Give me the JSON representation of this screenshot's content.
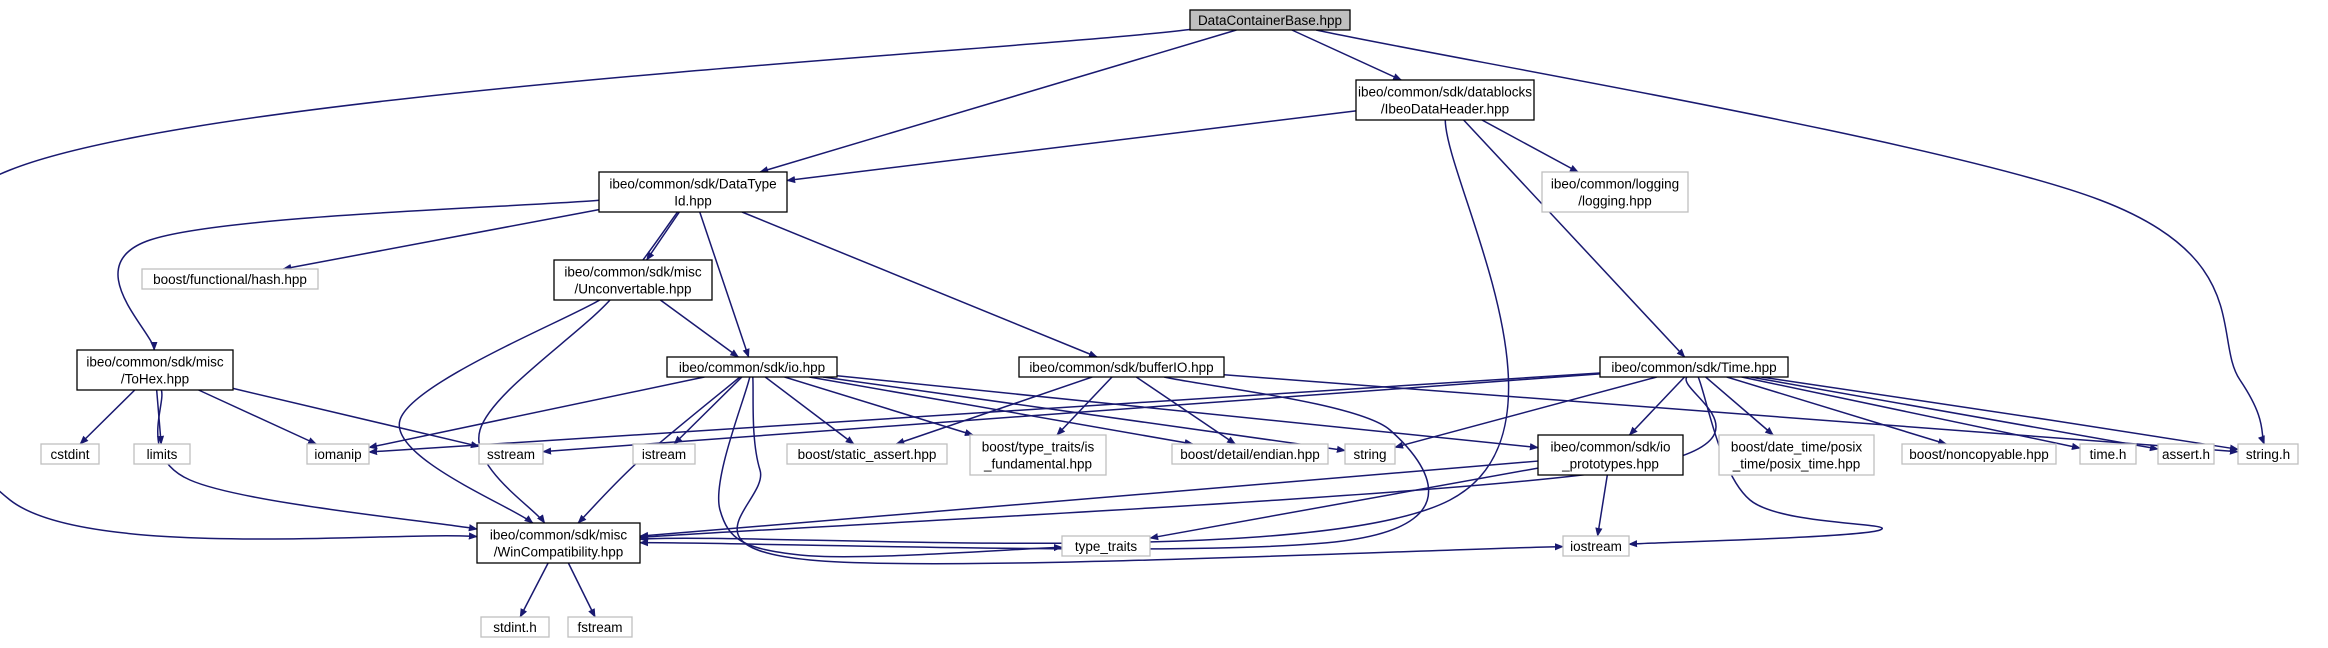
{
  "diagram": {
    "nodes": [
      {
        "id": "dcb",
        "lines": [
          "DataContainerBase.hpp"
        ],
        "style": "root"
      },
      {
        "id": "idh",
        "lines": [
          "ibeo/common/sdk/datablocks",
          "/IbeoDataHeader.hpp"
        ],
        "style": "doc"
      },
      {
        "id": "dti",
        "lines": [
          "ibeo/common/sdk/DataType",
          "Id.hpp"
        ],
        "style": "doc"
      },
      {
        "id": "log",
        "lines": [
          "ibeo/common/logging",
          "/logging.hpp"
        ],
        "style": "ext"
      },
      {
        "id": "bfh",
        "lines": [
          "boost/functional/hash.hpp"
        ],
        "style": "ext"
      },
      {
        "id": "unc",
        "lines": [
          "ibeo/common/sdk/misc",
          "/Unconvertable.hpp"
        ],
        "style": "doc"
      },
      {
        "id": "tohex",
        "lines": [
          "ibeo/common/sdk/misc",
          "/ToHex.hpp"
        ],
        "style": "doc"
      },
      {
        "id": "io",
        "lines": [
          "ibeo/common/sdk/io.hpp"
        ],
        "style": "doc"
      },
      {
        "id": "bufio",
        "lines": [
          "ibeo/common/sdk/bufferIO.hpp"
        ],
        "style": "doc"
      },
      {
        "id": "time",
        "lines": [
          "ibeo/common/sdk/Time.hpp"
        ],
        "style": "doc"
      },
      {
        "id": "cstdint",
        "lines": [
          "cstdint"
        ],
        "style": "ext"
      },
      {
        "id": "limits",
        "lines": [
          "limits"
        ],
        "style": "ext"
      },
      {
        "id": "iomanip",
        "lines": [
          "iomanip"
        ],
        "style": "ext"
      },
      {
        "id": "sstream",
        "lines": [
          "sstream"
        ],
        "style": "ext"
      },
      {
        "id": "istream",
        "lines": [
          "istream"
        ],
        "style": "ext"
      },
      {
        "id": "bsa",
        "lines": [
          "boost/static_assert.hpp"
        ],
        "style": "ext"
      },
      {
        "id": "btt",
        "lines": [
          "boost/type_traits/is",
          "_fundamental.hpp"
        ],
        "style": "ext"
      },
      {
        "id": "bde",
        "lines": [
          "boost/detail/endian.hpp"
        ],
        "style": "ext"
      },
      {
        "id": "string",
        "lines": [
          "string"
        ],
        "style": "ext"
      },
      {
        "id": "iop",
        "lines": [
          "ibeo/common/sdk/io",
          "_prototypes.hpp"
        ],
        "style": "doc"
      },
      {
        "id": "bdt",
        "lines": [
          "boost/date_time/posix",
          "_time/posix_time.hpp"
        ],
        "style": "ext"
      },
      {
        "id": "bnc",
        "lines": [
          "boost/noncopyable.hpp"
        ],
        "style": "ext"
      },
      {
        "id": "timeh",
        "lines": [
          "time.h"
        ],
        "style": "ext"
      },
      {
        "id": "asserth",
        "lines": [
          "assert.h"
        ],
        "style": "ext"
      },
      {
        "id": "stringh",
        "lines": [
          "string.h"
        ],
        "style": "ext"
      },
      {
        "id": "wc",
        "lines": [
          "ibeo/common/sdk/misc",
          "/WinCompatibility.hpp"
        ],
        "style": "doc"
      },
      {
        "id": "tt",
        "lines": [
          "type_traits"
        ],
        "style": "ext"
      },
      {
        "id": "iostream",
        "lines": [
          "iostream"
        ],
        "style": "ext"
      },
      {
        "id": "stdinth",
        "lines": [
          "stdint.h"
        ],
        "style": "ext"
      },
      {
        "id": "fstream",
        "lines": [
          "fstream"
        ],
        "style": "ext"
      }
    ],
    "edges": [
      [
        "dcb",
        "idh"
      ],
      [
        "dcb",
        "dti"
      ],
      [
        "dcb",
        "wc"
      ],
      [
        "dcb",
        "stringh"
      ],
      [
        "idh",
        "dti"
      ],
      [
        "idh",
        "log"
      ],
      [
        "idh",
        "time"
      ],
      [
        "idh",
        "wc"
      ],
      [
        "dti",
        "bfh"
      ],
      [
        "dti",
        "tohex"
      ],
      [
        "dti",
        "unc"
      ],
      [
        "dti",
        "io"
      ],
      [
        "dti",
        "bufio"
      ],
      [
        "dti",
        "wc"
      ],
      [
        "unc",
        "io"
      ],
      [
        "unc",
        "wc"
      ],
      [
        "tohex",
        "cstdint"
      ],
      [
        "tohex",
        "limits"
      ],
      [
        "tohex",
        "iomanip"
      ],
      [
        "tohex",
        "sstream"
      ],
      [
        "tohex",
        "wc"
      ],
      [
        "io",
        "iomanip"
      ],
      [
        "io",
        "istream"
      ],
      [
        "io",
        "bsa"
      ],
      [
        "io",
        "btt"
      ],
      [
        "io",
        "bde"
      ],
      [
        "io",
        "string"
      ],
      [
        "io",
        "iop"
      ],
      [
        "io",
        "wc"
      ],
      [
        "io",
        "tt"
      ],
      [
        "io",
        "iostream"
      ],
      [
        "bufio",
        "bsa"
      ],
      [
        "bufio",
        "btt"
      ],
      [
        "bufio",
        "bde"
      ],
      [
        "bufio",
        "stringh"
      ],
      [
        "bufio",
        "wc"
      ],
      [
        "time",
        "iomanip"
      ],
      [
        "time",
        "sstream"
      ],
      [
        "time",
        "string"
      ],
      [
        "time",
        "iop"
      ],
      [
        "time",
        "bdt"
      ],
      [
        "time",
        "bnc"
      ],
      [
        "time",
        "timeh"
      ],
      [
        "time",
        "asserth"
      ],
      [
        "time",
        "stringh"
      ],
      [
        "time",
        "wc"
      ],
      [
        "time",
        "iostream"
      ],
      [
        "iop",
        "iostream"
      ],
      [
        "iop",
        "tt"
      ],
      [
        "iop",
        "wc"
      ],
      [
        "wc",
        "stdinth"
      ],
      [
        "wc",
        "fstream"
      ]
    ]
  }
}
